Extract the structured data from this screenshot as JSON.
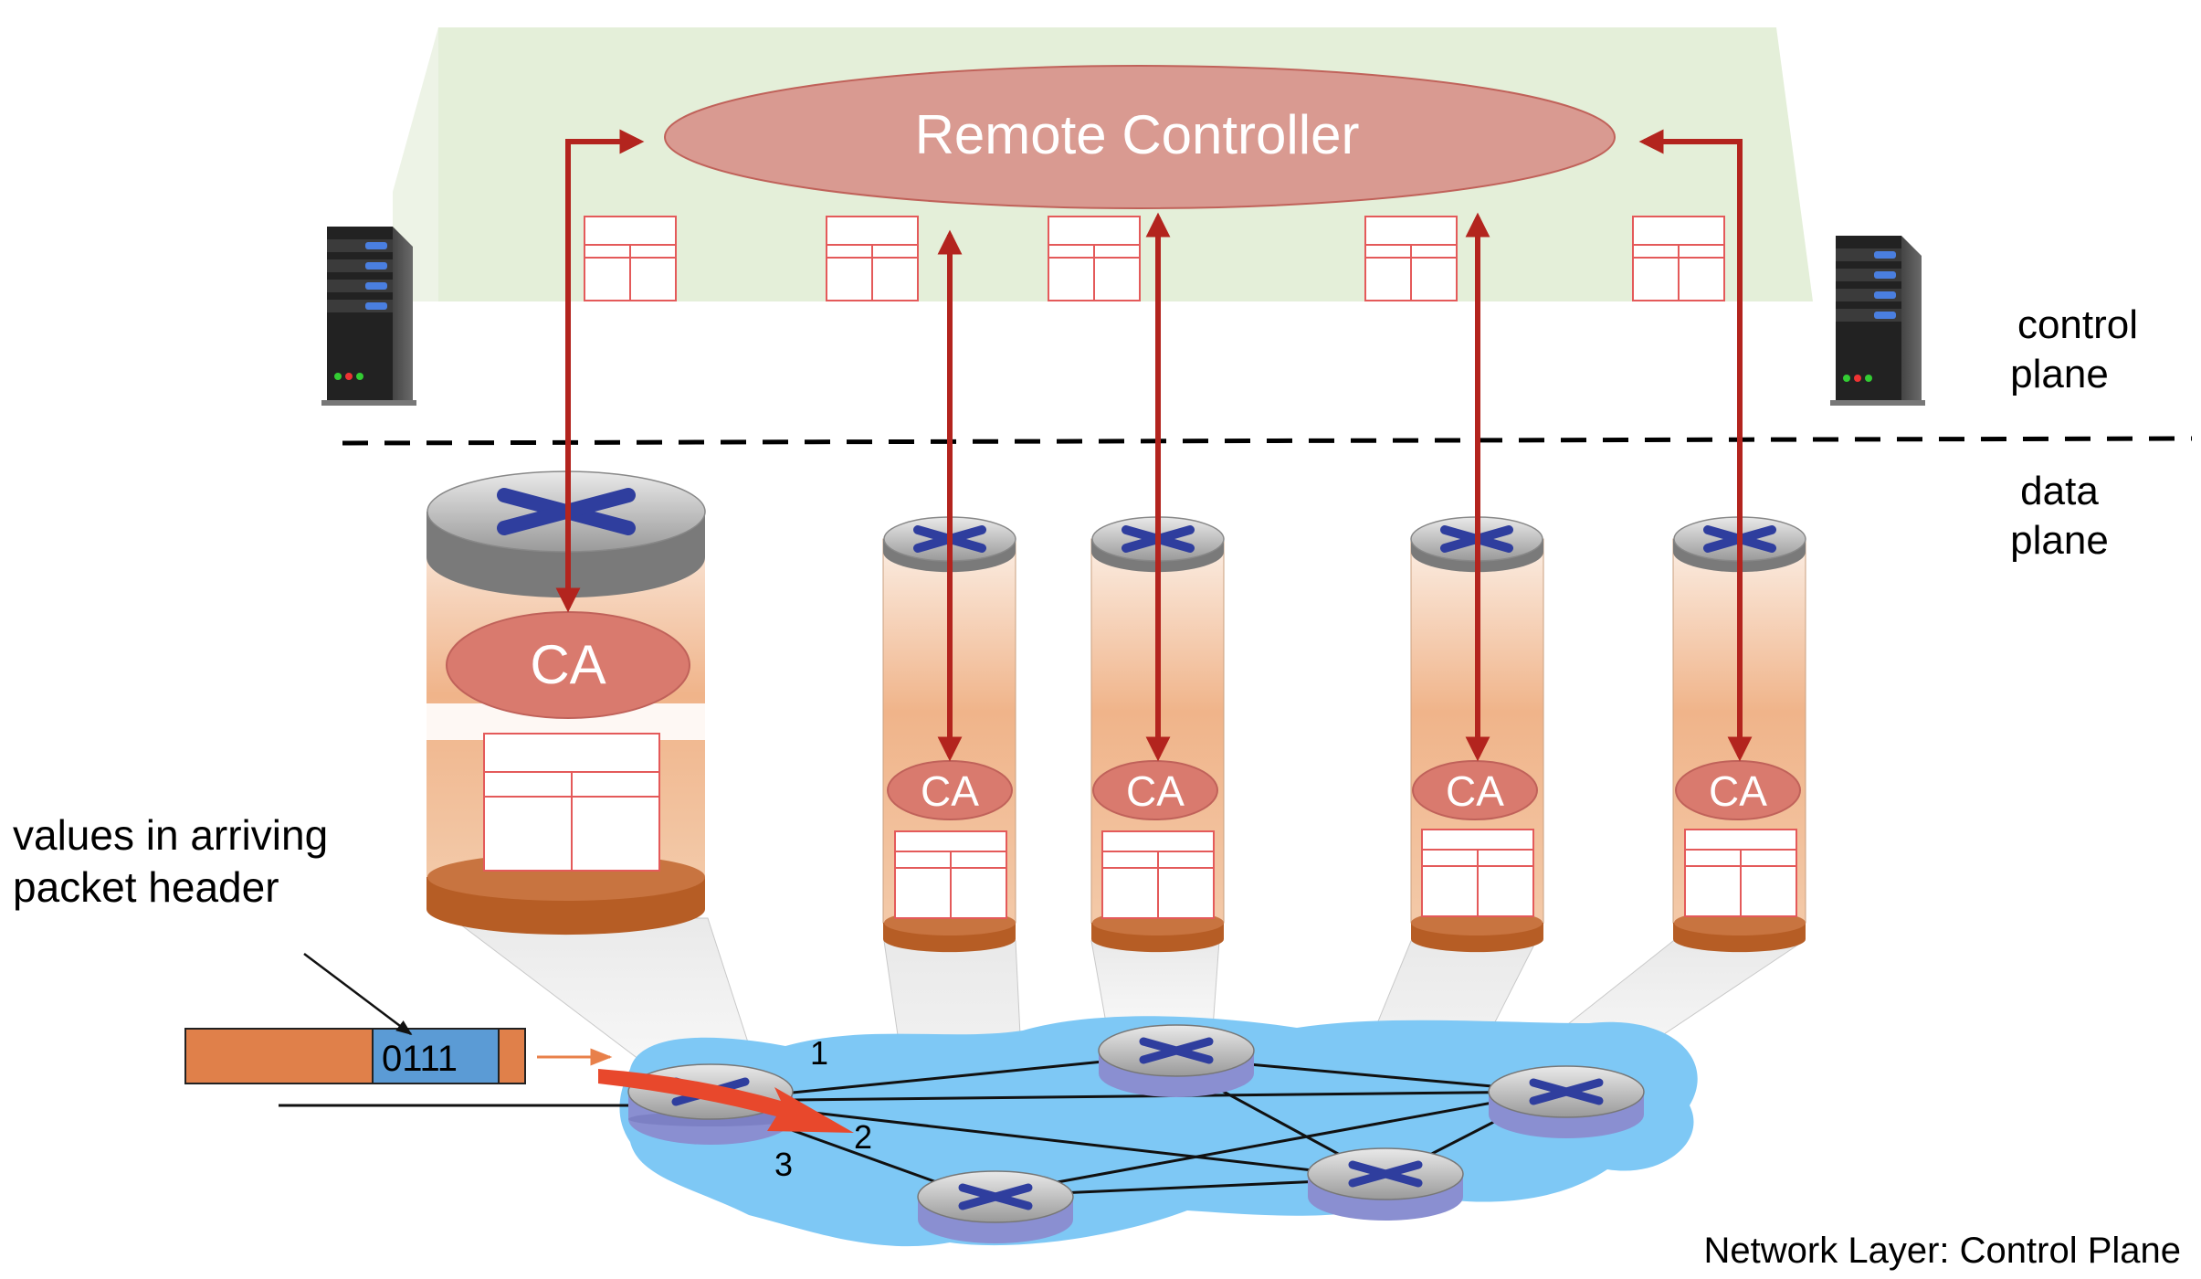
{
  "controller": {
    "label": "Remote Controller"
  },
  "planes": {
    "control": [
      "control",
      "plane"
    ],
    "data": [
      "data",
      "plane"
    ]
  },
  "agent_label": "CA",
  "packet": {
    "header_value": "0111",
    "annotation": [
      "values in arriving",
      "packet header"
    ]
  },
  "ports": [
    "1",
    "2",
    "3"
  ],
  "footer": "Network Layer: Control Plane",
  "colors": {
    "control_bg": "#e4efd9",
    "controller_fill": "#d99a91",
    "arrow": "#b3241e",
    "cloud": "#7ec8f5",
    "router_body": "#f4c8a4",
    "router_base": "#b65d25",
    "packet_body": "#e0804a",
    "packet_header": "#5b9bd5",
    "flow_arrow": "#e8482c"
  }
}
